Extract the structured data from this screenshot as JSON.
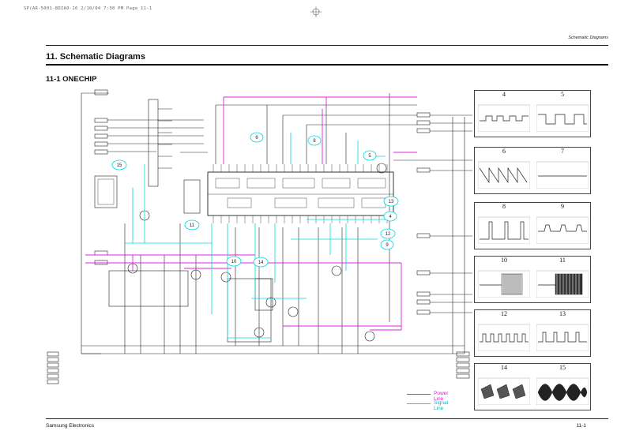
{
  "print_header": "SP(AR-5001-8DIA0-16   2/10/04 7:30 PM  Page 11-1",
  "header_right": "Schematic Diagrams",
  "title": "11. Schematic Diagrams",
  "subtitle": "11-1 ONECHIP",
  "legend": [
    {
      "label": "Power Line",
      "color": "#e020e0"
    },
    {
      "label": "Signal Line",
      "color": "#00d8e0"
    }
  ],
  "colors": {
    "power_line": "#e020e0",
    "signal_line": "#00d8e0",
    "wire": "#222222"
  },
  "schematic_markers": [
    "4",
    "5",
    "6",
    "8",
    "9",
    "10",
    "11",
    "12",
    "13",
    "14",
    "15"
  ],
  "waveform_panels": [
    {
      "left": "4",
      "right": "5"
    },
    {
      "left": "6",
      "right": "7"
    },
    {
      "left": "8",
      "right": "9"
    },
    {
      "left": "10",
      "right": "11"
    },
    {
      "left": "12",
      "right": "13"
    },
    {
      "left": "14",
      "right": "15"
    }
  ],
  "footer_left": "Samsung Electronics",
  "footer_right": "11-1"
}
